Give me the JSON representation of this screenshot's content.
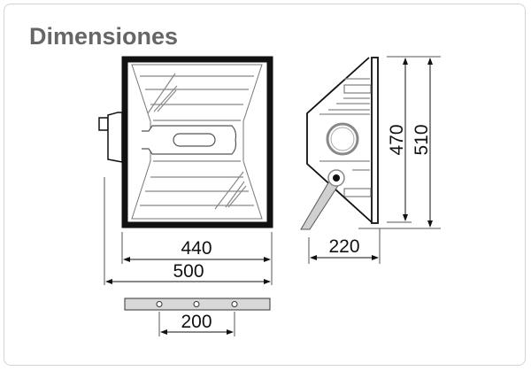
{
  "title": "Dimensiones",
  "dimensions": {
    "front_inner_width": "440",
    "front_outer_width": "500",
    "side_depth": "220",
    "side_inner_height": "470",
    "side_outer_height": "510",
    "bracket_hole_spacing": "200"
  },
  "colors": {
    "title": "#666666",
    "frame": "#d4d4d4",
    "bracket_fill": "#d8d8d8"
  }
}
